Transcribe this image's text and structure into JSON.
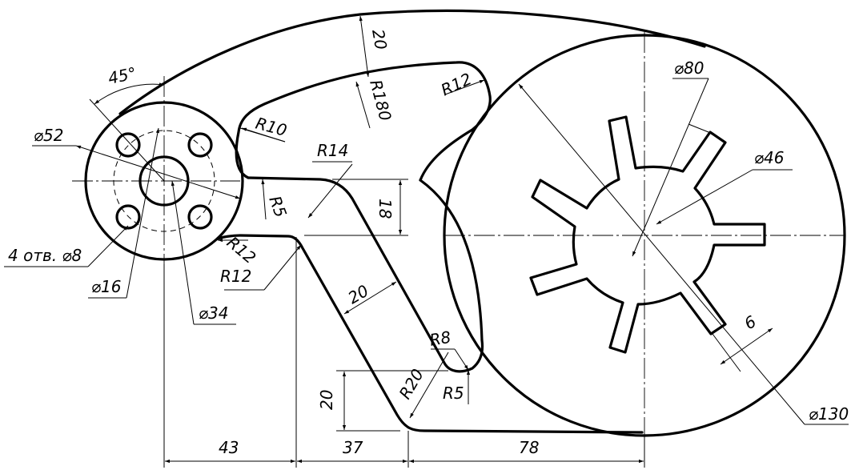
{
  "drawing": {
    "labels": {
      "angle_45": "45°",
      "diam_52": "⌀52",
      "holes_4x8": "4 отв. ⌀8",
      "diam_16": "⌀16",
      "diam_34": "⌀34",
      "r10": "R10",
      "r14": "R14",
      "r5_top": "R5",
      "r12_left": "R12",
      "r12_left2": "R12",
      "r12_top": "R12",
      "r180": "R180",
      "dim_20_top": "20",
      "dim_18": "18",
      "dim_20_slot": "20",
      "r8": "R8",
      "r20": "R20",
      "r5_bottom": "R5",
      "dim_20_left": "20",
      "dim_43": "43",
      "dim_37": "37",
      "dim_78": "78",
      "diam_80": "⌀80",
      "diam_46": "⌀46",
      "dim_6": "6",
      "diam_130": "⌀130"
    }
  }
}
